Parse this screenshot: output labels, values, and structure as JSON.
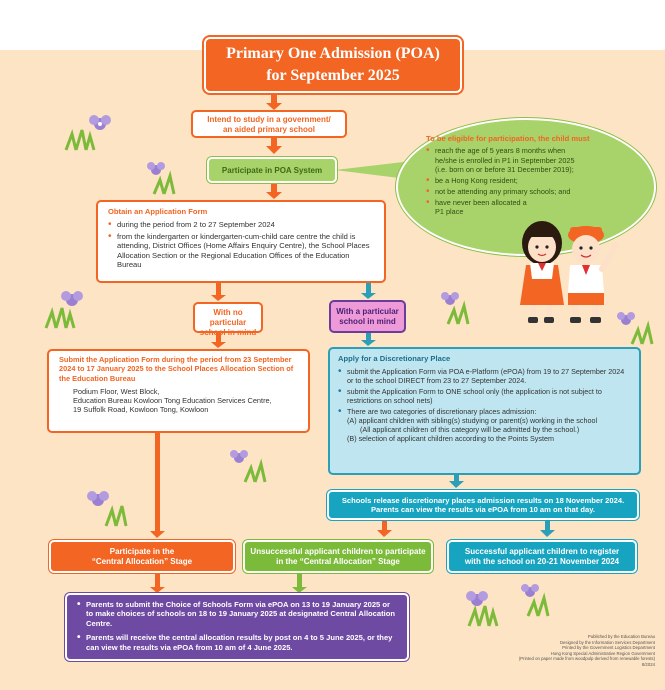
{
  "title": {
    "line1": "Primary One Admission (POA)",
    "line2": "for September 2025"
  },
  "intend": {
    "line1": "Intend to study in a government/",
    "line2": "an aided primary school"
  },
  "participate": "Participate in POA System",
  "eligibility": {
    "heading": "To be eligible for participation, the child must",
    "items": [
      "reach the age of 5 years 8 months when he/she is enrolled in P1 in September 2025 (i.e. born on or before 31 December 2019);",
      "be a Hong Kong resident;",
      "not be attending any primary schools; and",
      "have never been allocated a P1 place"
    ]
  },
  "obtain": {
    "heading": "Obtain an Application Form",
    "items": [
      "during the period from 2 to 27 September 2024",
      "from the kindergarten or kindergarten-cum-child care centre the child is attending, District Offices (Home Affairs Enquiry Centre), the School Places Allocation Section or the Regional Education Offices of the Education Bureau"
    ]
  },
  "no_school": {
    "line1": "With no particular",
    "line2": "school in mind"
  },
  "with_school": {
    "line1": "With a particular",
    "line2": "school in mind"
  },
  "submit": {
    "heading": "Submit the Application Form during the period from 23 September 2024 to 17 January 2025 to the School Places Allocation Section of the Education Bureau",
    "address_lines": [
      "Podium Floor, West Block,",
      "Education Bureau Kowloon Tong Education Services Centre,",
      "19 Suffolk Road, Kowloon Tong, Kowloon"
    ]
  },
  "discretionary": {
    "heading": "Apply for a Discretionary Place",
    "item1": "submit the Application Form via POA e-Platform (ePOA) from 19 to 27 September 2024 or to the school DIRECT from 23 to 27 September 2024.",
    "item2": "submit the Application Form to ONE school only (the application is not subject to restrictions on school nets)",
    "item3": "There are two categories of discretionary places admission:",
    "cat_a1": "(A) applicant children with sibling(s) studying or parent(s) working in the school",
    "cat_a2": "(All applicant children of this category will be admitted by the school.)",
    "cat_b": "(B) selection of applicant children according to the Points System"
  },
  "release": {
    "line1": "Schools release discretionary places admission results on 18 November 2024.",
    "line2": "Parents can view the results via ePOA from 10 am on that day."
  },
  "central": {
    "line1": "Participate in the",
    "line2": "“Central Allocation” Stage"
  },
  "unsuccessful": {
    "line1": "Unsuccessful applicant children to participate",
    "line2": "in the “Central Allocation” Stage"
  },
  "successful": {
    "line1": "Successful applicant children to register",
    "line2": "with the school on 20-21 November 2024"
  },
  "final": {
    "item1": "Parents to submit the Choice of Schools Form via ePOA on 13 to 19 January 2025 or to make choices of schools on 18 to 19 January 2025 at designated Central Allocation Centre.",
    "item2": "Parents will receive the central allocation results by post on 4 to 5 June 2025, or they can view the results via ePOA from 10 am of 4 June 2025."
  },
  "footer": {
    "lines": [
      "Published by the Education Bureau",
      "Designed by the Information Services Department",
      "Printed by the Government Logistics Department",
      "Hong Kong Special Administrative Region Government",
      "(Printed on paper made from woodpulp derived from renewable forests)",
      "8/2024"
    ]
  },
  "colors": {
    "orange": "#f26522",
    "green": "#a8d26a",
    "teal": "#17a4c0",
    "purple": "#6f4aa3",
    "pink": "#ee9ad8",
    "background": "#fde4c4"
  }
}
